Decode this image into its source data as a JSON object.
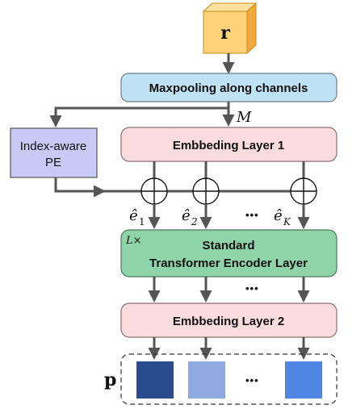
{
  "input_symbol": "r",
  "output_symbol": "p",
  "maxpool_label": "Maxpooling along channels",
  "m_label": "M",
  "embed1_label": "Embbeding Layer 1",
  "pe_label_line1": "Index-aware",
  "pe_label_line2": "PE",
  "e1_label": "ê",
  "e1_sub": "1",
  "e2_label": "ê",
  "e2_sub": "2",
  "ek_label": "ê",
  "ek_sub": "K",
  "dots": "•••",
  "lx_label": "L×",
  "transformer_line1": "Standard",
  "transformer_line2": "Transformer Encoder Layer",
  "embed2_label": "Embbeding Layer 2",
  "colors": {
    "cube_front": "#FFD37A",
    "cube_side": "#F2A93B",
    "maxpool_fill": "#BFE3F5",
    "embed_fill": "#FCDCDC",
    "pe_fill": "#C9C9F5",
    "transformer_fill": "#8FD3A8",
    "token1": "#2B4C8C",
    "token2": "#8FAAE0",
    "token3": "#4F86E3",
    "arrow": "#555555"
  }
}
